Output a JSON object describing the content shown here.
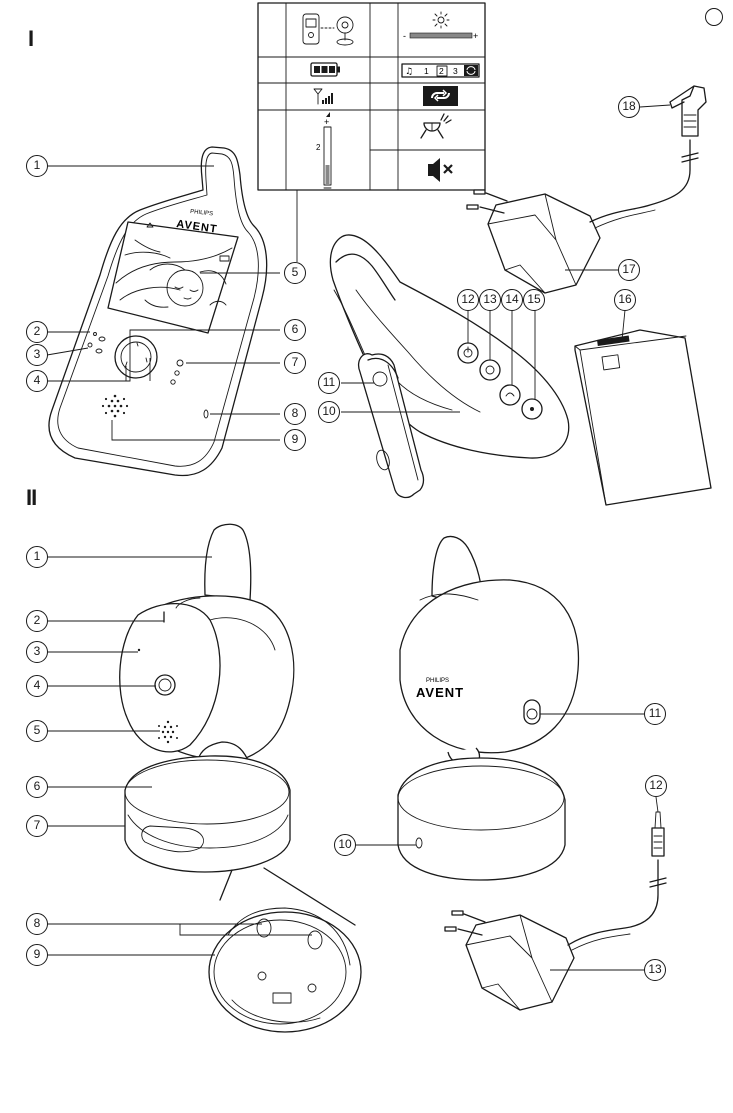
{
  "sections": {
    "one": "I",
    "two": "II"
  },
  "display_icons": {
    "channel_labels": [
      "1",
      "2",
      "3"
    ],
    "volume_minus": "-",
    "volume_plus": "+",
    "brightness_minus": "-",
    "brightness_plus": "+",
    "volume_level": "2"
  },
  "parent_unit": {
    "brand_small": "PHILIPS",
    "brand_large": "AVENT",
    "callouts": [
      "1",
      "2",
      "3",
      "4",
      "5",
      "6",
      "7",
      "8",
      "9",
      "10",
      "11",
      "12",
      "13",
      "14",
      "15",
      "16",
      "17",
      "18"
    ]
  },
  "baby_unit": {
    "brand_small": "PHILIPS",
    "brand_large": "AVENT",
    "callouts": [
      "1",
      "2",
      "3",
      "4",
      "5",
      "6",
      "7",
      "8",
      "9",
      "10",
      "11",
      "12",
      "13"
    ]
  }
}
